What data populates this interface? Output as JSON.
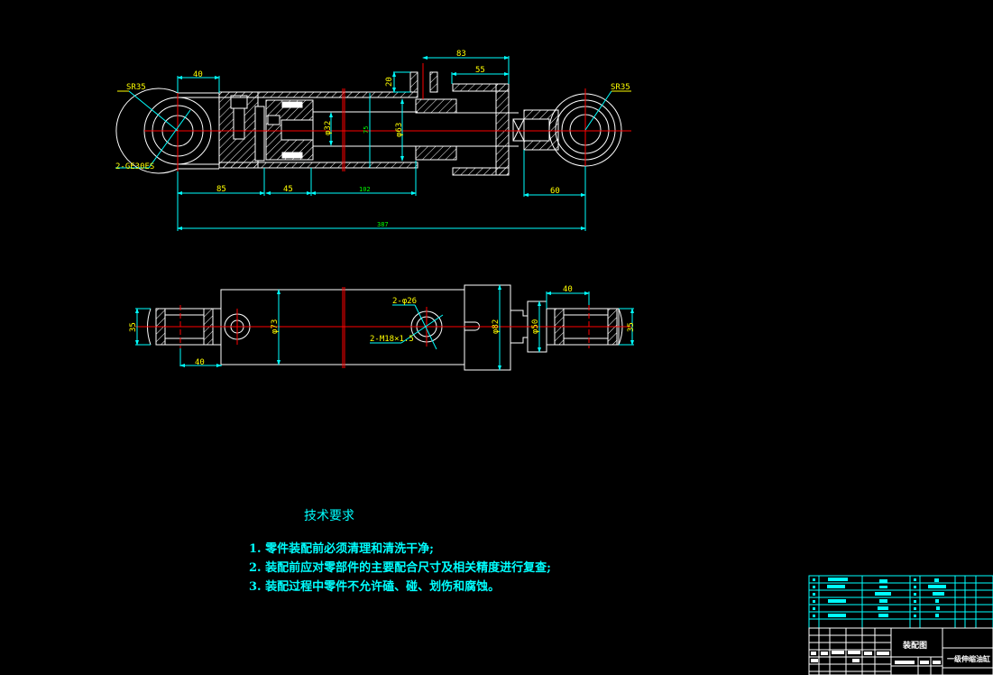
{
  "drawing": {
    "colors": {
      "background": "#000000",
      "outline": "#ffffff",
      "centerline": "#ff0000",
      "dimension_line": "#00ffff",
      "dimension_text": "#ffff00",
      "dimension_text_alt": "#00ff00"
    },
    "front_view": {
      "labels": {
        "sr_left": "SR35",
        "sr_right": "SR35",
        "bearing": "2-GE30ES"
      },
      "dimensions": {
        "eye_width": "40",
        "port_height": "20",
        "gland_outer": "83",
        "gland_inner": "55",
        "bore": "φ32",
        "rod_mark": "75",
        "rod_dia": "φ63",
        "seg1": "85",
        "seg2": "45",
        "seg3": "102",
        "rod_eye": "60",
        "overall": "387"
      }
    },
    "bottom_view": {
      "labels": {
        "holes": "2-φ26",
        "thread": "2-M18×1.5"
      },
      "dimensions": {
        "left_height": "35",
        "left_width": "40",
        "barrel_dia": "φ73",
        "head_dia": "φ82",
        "neck_dia": "φ50",
        "right_width": "40",
        "right_height": "35"
      }
    }
  },
  "technical_requirements": {
    "title": "技术要求",
    "items": [
      "1. 零件装配前必须清理和清洗干净;",
      "2. 装配前应对零部件的主要配合尺寸及相关精度进行复查;",
      "3. 装配过程中零件不允许磕、碰、划伤和腐蚀。"
    ]
  },
  "title_block": {
    "drawing_type": "装配图",
    "part_name": "一级伸缩油缸"
  }
}
